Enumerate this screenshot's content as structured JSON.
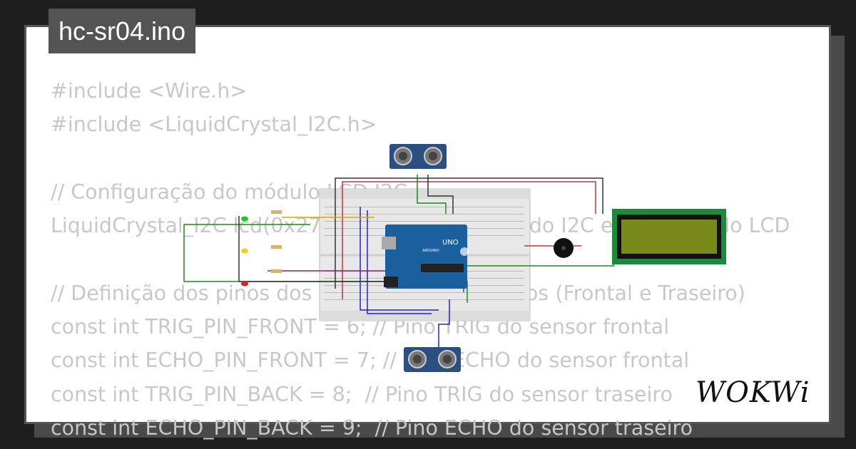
{
  "title": "hc-sr04.ino",
  "code_lines": [
    "#include <Wire.h>",
    "#include <LiquidCrystal_I2C.h>",
    "",
    "// Configuração do módulo LCD I2C",
    "LiquidCrystal_I2C lcd(0x27, 16, 2); // Endereço do I2C e tamanho do LCD",
    "",
    "// Definição dos pinos dos sensores ultrassônicos (Frontal e Traseiro)",
    "const int TRIG_PIN_FRONT = 6; // Pino TRIG do sensor frontal",
    "const int ECHO_PIN_FRONT = 7; // Pino ECHO do sensor frontal",
    "const int TRIG_PIN_BACK = 8;  // Pino TRIG do sensor traseiro",
    "const int ECHO_PIN_BACK = 9;  // Pino ECHO do sensor traseiro"
  ],
  "board": {
    "label": "UNO",
    "brand": "ARDUINO"
  },
  "logo": "WOKWi",
  "colors": {
    "background": "#1e1e1e",
    "card": "#ffffff",
    "code_text": "#c8c8c8",
    "title_bg": "#545454",
    "arduino": "#1a5f9e",
    "lcd_board": "#1a8a3e",
    "lcd_screen": "#7a8a1a",
    "sensor": "#2a4f80"
  }
}
